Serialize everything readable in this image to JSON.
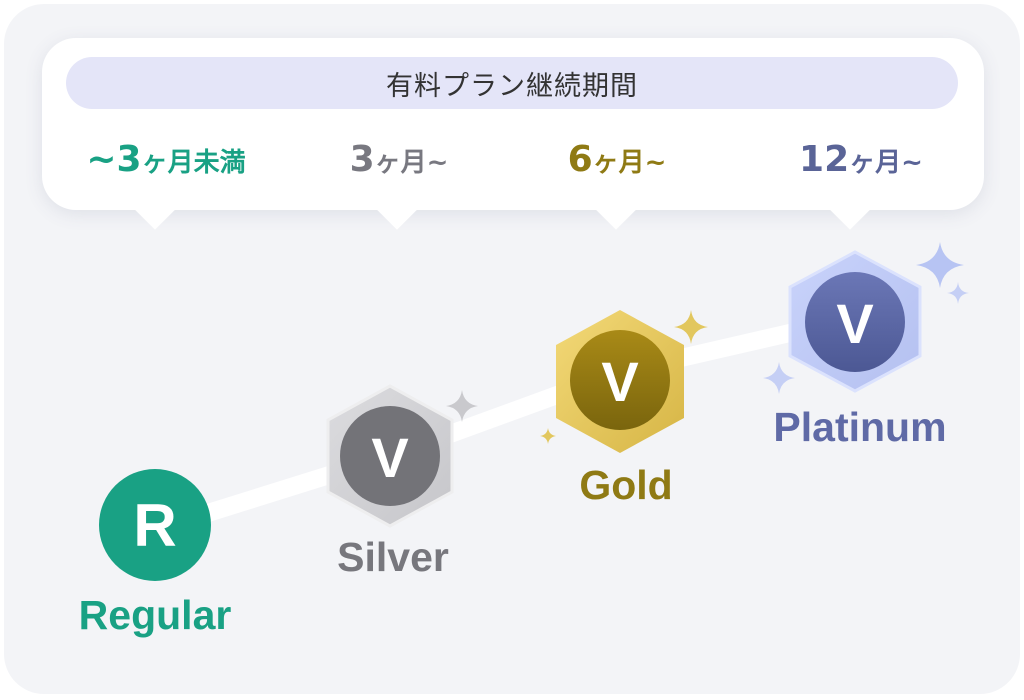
{
  "header": {
    "title": "有料プラン継続期間"
  },
  "tiers": [
    {
      "key": "regular",
      "period_main": "~3",
      "period_suffix": "ヶ月未満",
      "badge_letter": "R",
      "label": "Regular",
      "color": "#19a184"
    },
    {
      "key": "silver",
      "period_main": "3",
      "period_suffix": "ヶ月~",
      "badge_letter": "V",
      "label": "Silver",
      "color": "#787880"
    },
    {
      "key": "gold",
      "period_main": "6",
      "period_suffix": "ヶ月~",
      "badge_letter": "V",
      "label": "Gold",
      "color": "#8f7a14"
    },
    {
      "key": "platinum",
      "period_main": "12",
      "period_suffix": "ヶ月~",
      "badge_letter": "V",
      "label": "Platinum",
      "color": "#5a6497"
    }
  ],
  "icons": {
    "sparkle": "sparkle-icon"
  }
}
